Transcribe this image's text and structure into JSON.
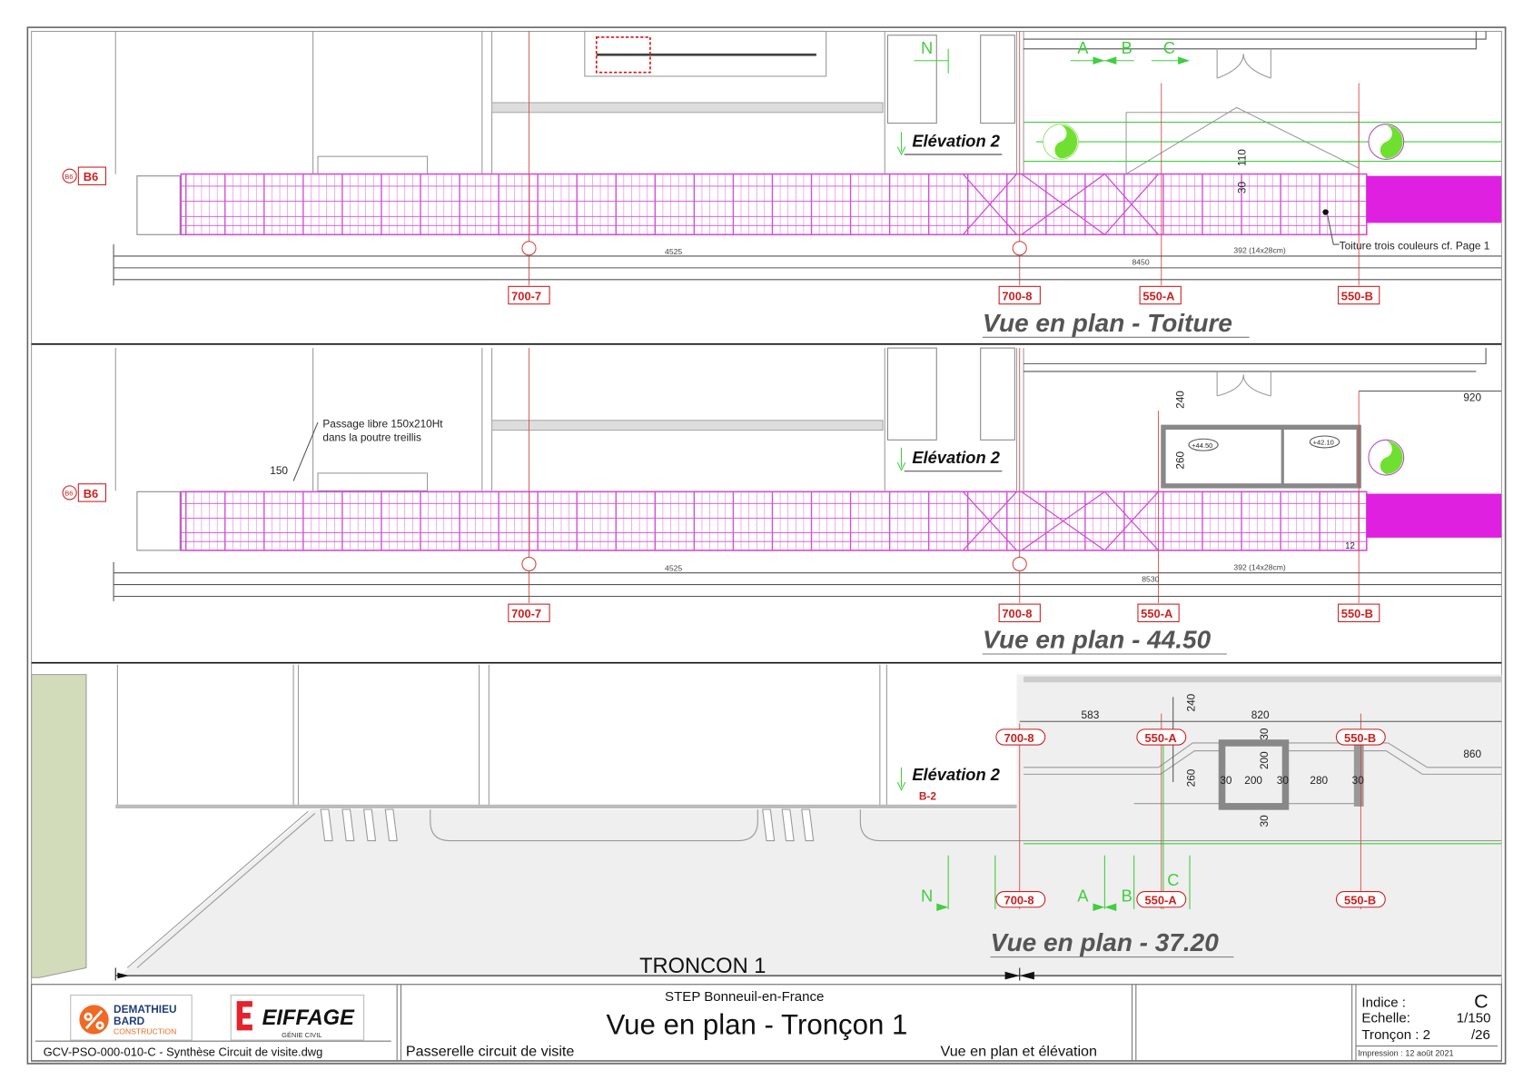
{
  "panels": {
    "toiture": {
      "title": "Vue en plan - Toiture",
      "grid_ref": "B6",
      "grid_ref_small": "B6",
      "elevation": "Elévation 2",
      "axes": [
        "700-7",
        "700-8",
        "550-A",
        "550-B"
      ],
      "dims": {
        "d1": "4525",
        "d2": "8450",
        "d3": "392 (14x28cm)",
        "v1": "110",
        "v2": "30"
      },
      "note": "Toiture trois couleurs cf. Page 1",
      "section_marks": [
        "N",
        "A",
        "B",
        "C"
      ]
    },
    "level_4450": {
      "title": "Vue en plan - 44.50",
      "grid_ref": "B6",
      "grid_ref_small": "B6",
      "elevation": "Elévation 2",
      "axes": [
        "700-7",
        "700-8",
        "550-A",
        "550-B"
      ],
      "dims": {
        "d1": "4525",
        "d2": "8530",
        "d3": "392 (14x28cm)",
        "d4": "920",
        "d5": "150",
        "d6": "12",
        "v1": "240",
        "v2": "260"
      },
      "levels": [
        "+44.50",
        "+42.10"
      ],
      "note_line1": "Passage libre 150x210Ht",
      "note_line2": "dans la poutre treillis"
    },
    "level_3720": {
      "title": "Vue en plan - 37.20",
      "elevation": "Elévation 2",
      "grid_ref": "B-2",
      "axes_top": [
        "700-8",
        "550-A",
        "550-B"
      ],
      "axes_bottom": [
        "700-8",
        "550-A",
        "550-B"
      ],
      "dims": {
        "d1": "583",
        "d2": "820",
        "d3": "860",
        "v1": "240",
        "v2": "30",
        "v3": "200",
        "v4": "260",
        "h": [
          "30",
          "200",
          "30",
          "280",
          "30"
        ],
        "v5": "30"
      },
      "section_marks": [
        "N",
        "A",
        "B",
        "C"
      ],
      "troncon_label": "TRONCON 1"
    }
  },
  "title_block": {
    "logo1": {
      "line1": "DEMATHIEU",
      "line2": "BARD",
      "line3": "CONSTRUCTION"
    },
    "logo2": {
      "name": "EIFFAGE",
      "sub": "GÉNIE CIVIL"
    },
    "filename": "GCV-PSO-000-010-C - Synthèse Circuit de visite.dwg",
    "project": "STEP Bonneuil-en-France",
    "title": "Vue en plan - Tronçon 1",
    "subtitle_left": "Passerelle circuit de visite",
    "subtitle_right": "Vue en plan et élévation",
    "indice_label": "Indice :",
    "indice_value": "C",
    "echelle_label": "Echelle:",
    "echelle_value": "1/150",
    "troncon_label": "Tronçon : 2",
    "troncon_total": "/26",
    "impression": "Impression : 12 août 2021"
  },
  "colors": {
    "walkway": "#d24fd8",
    "axis": "#cc1f1f",
    "section": "#3fcf3f",
    "ground": "#efefef",
    "grass": "#d3dcba"
  }
}
